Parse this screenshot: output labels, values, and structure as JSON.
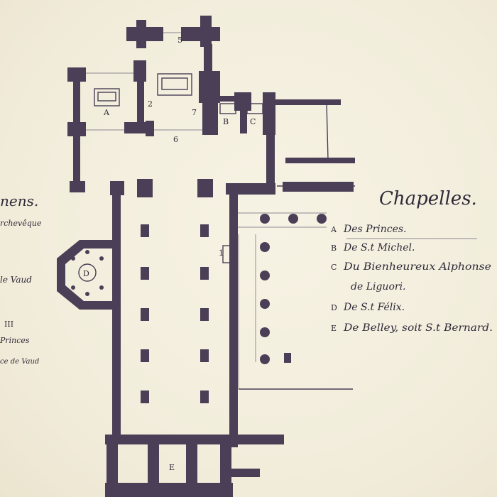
{
  "legend_left": {
    "heading_fragment": "nens.",
    "lines": [
      "rchevêque",
      "le Vaud",
      "III",
      "Princes",
      "ce de Vaud"
    ]
  },
  "legend_right": {
    "heading": "Chapelles.",
    "items": [
      {
        "key": "A",
        "text": "Des Princes."
      },
      {
        "key": "B",
        "text": "De S.t Michel."
      },
      {
        "key": "C",
        "text": "Du Bienheureux Alphonse"
      },
      {
        "key": "",
        "text": "de Liguori."
      },
      {
        "key": "D",
        "text": "De S.t Félix."
      },
      {
        "key": "E",
        "text": "De Belley, soit S.t Bernard."
      }
    ]
  },
  "plan_labels": {
    "A": "A",
    "B": "B",
    "C": "C",
    "D": "D",
    "E": "E",
    "n1": "1",
    "n2": "2",
    "n5": "5",
    "n6": "6",
    "n7": "7"
  },
  "colors": {
    "paper": "#f3efdf",
    "ink": "#4a3f57"
  }
}
